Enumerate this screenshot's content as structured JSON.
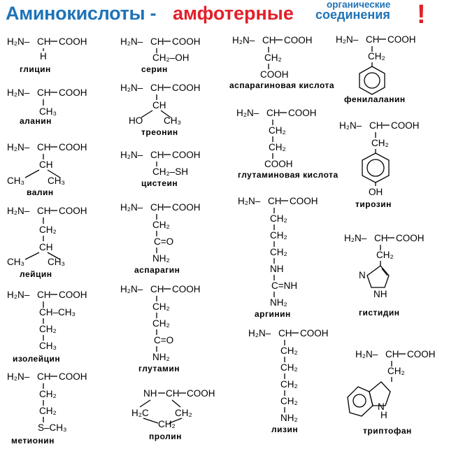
{
  "header": {
    "title_part1": "Аминокислоты -",
    "title_part2": "амфотерные",
    "small_top": "органические",
    "small_bottom": "соединения",
    "exclamation": "!"
  },
  "formula": {
    "carboxyl": "COOH",
    "amine_group": "H₂N–",
    "alpha_carbon": "CH",
    "methylene": "CH₂",
    "methyl": "CH₃",
    "hydrogen": "H",
    "imine_n": "N",
    "nh": "NH",
    "nh2": "NH₂",
    "hydroxyl": "OH"
  },
  "amino_acids": [
    {
      "name": "глицин"
    },
    {
      "name": "аланин"
    },
    {
      "name": "валин"
    },
    {
      "name": "лейцин"
    },
    {
      "name": "изолейцин"
    },
    {
      "name": "метионин"
    },
    {
      "name": "серин"
    },
    {
      "name": "треонин"
    },
    {
      "name": "цистеин"
    },
    {
      "name": "аспарагин"
    },
    {
      "name": "глутамин"
    },
    {
      "name": "пролин"
    },
    {
      "name": "аспарагиновая кислота"
    },
    {
      "name": "глутаминовая кислота"
    },
    {
      "name": "аргинин"
    },
    {
      "name": "лизин"
    },
    {
      "name": "фенилаланин"
    },
    {
      "name": "тирозин"
    },
    {
      "name": "гистидин"
    },
    {
      "name": "триптофан"
    }
  ]
}
